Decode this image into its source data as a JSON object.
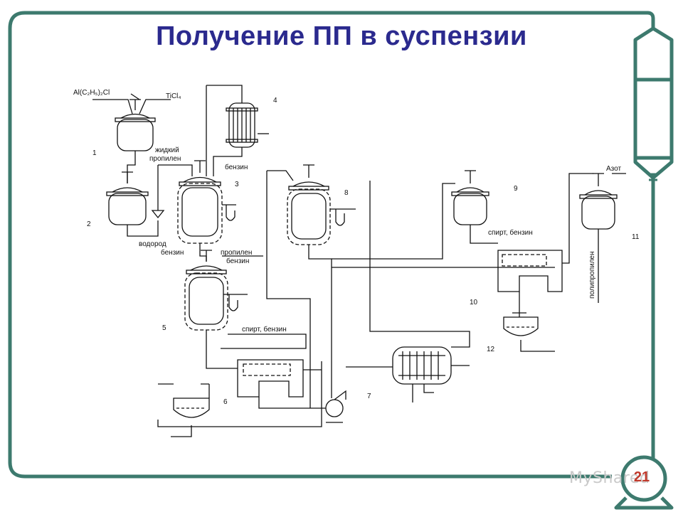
{
  "slide": {
    "title": "Получение ПП в суспензии",
    "page_number": "21",
    "watermark": "MyShared"
  },
  "colors": {
    "frame": "#3d7a6e",
    "title": "#2b2a8e",
    "page_number": "#c0392b",
    "lines": "#111111"
  },
  "diagram": {
    "labels": {
      "alcl": "Al(C₂H₅)₂Cl",
      "ticl4": "TiCl₄",
      "liquid": "жидкий",
      "propylene_liq": "пропилен",
      "benzine_top": "бензин",
      "hydrogen": "водород",
      "benzine_mid": "бензин",
      "propylene_out": "пропилен",
      "benzine_out": "бензин",
      "spirit_benzine_low": "спирт, бензин",
      "spirit_benzine_right": "спирт, бензин",
      "nitrogen": "Азот",
      "polypropylene": "полипропилен"
    },
    "units": {
      "u1": "1",
      "u2": "2",
      "u3": "3",
      "u4": "4",
      "u5": "5",
      "u6": "6",
      "u7": "7",
      "u8": "8",
      "u9": "9",
      "u10": "10",
      "u11": "11",
      "u12": "12"
    }
  }
}
